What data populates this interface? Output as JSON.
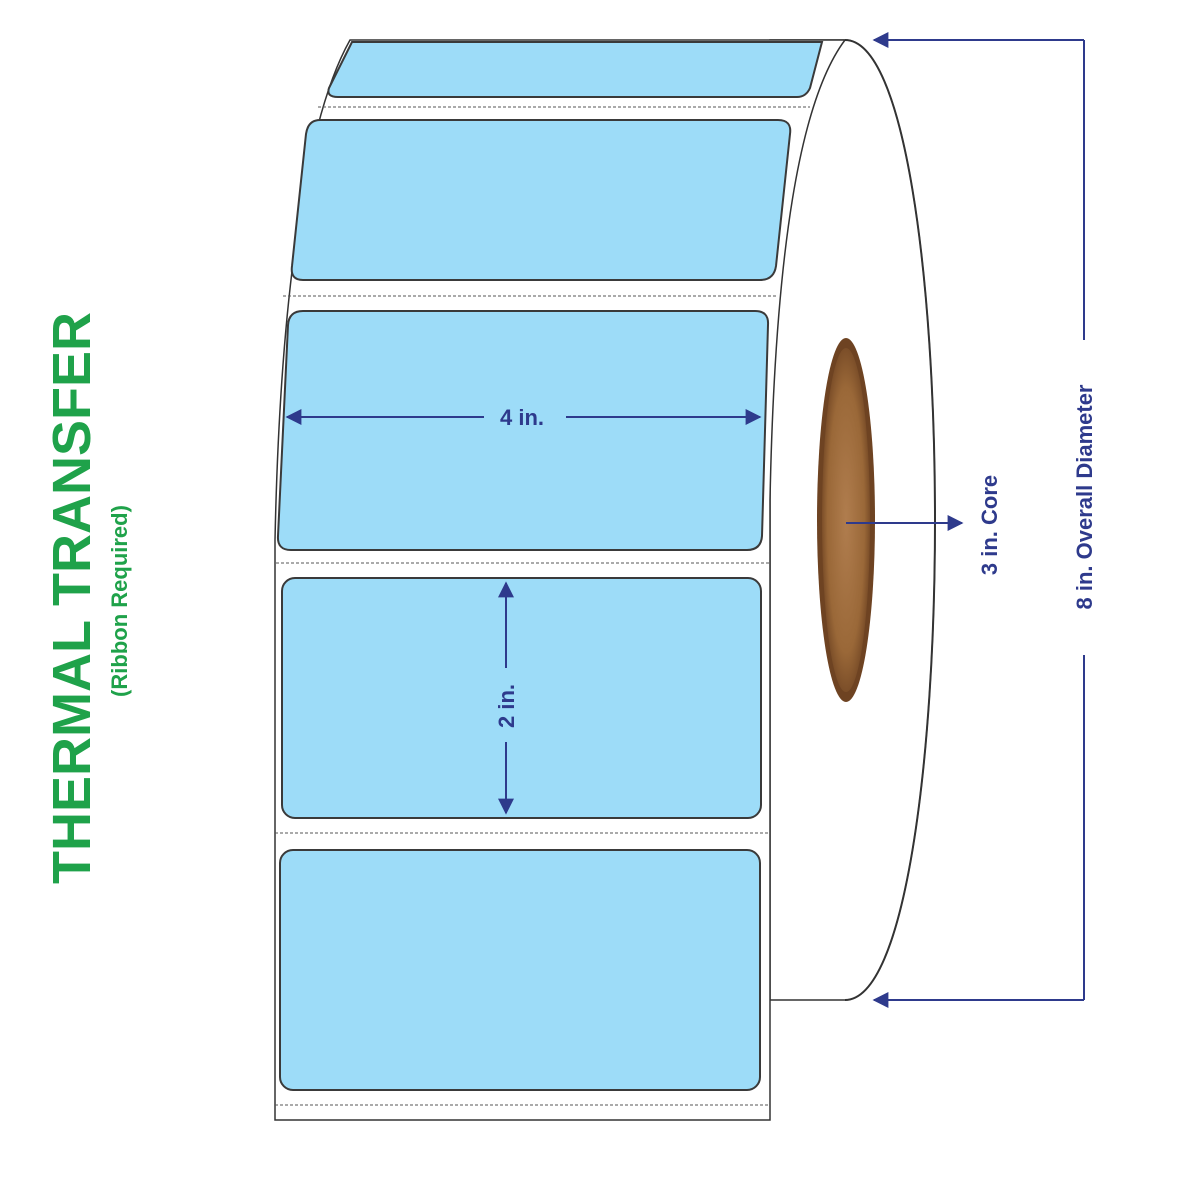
{
  "title": {
    "main": "THERMAL TRANSFER",
    "sub": "(Ribbon Required)"
  },
  "labels": {
    "width": "4 in.",
    "height": "2 in.",
    "core": "3 in. Core",
    "diameter": "8 in. Overall Diameter"
  },
  "colors": {
    "title": "#1fa24a",
    "label_fill": "#9ddcf8",
    "label_stroke": "#3a3a3a",
    "dimension": "#2e3a8c",
    "core_outer": "#7a4a26",
    "core_inner": "#b07d4e",
    "liner": "#ffffff",
    "outline": "#333333"
  },
  "label_count_visible": 5
}
